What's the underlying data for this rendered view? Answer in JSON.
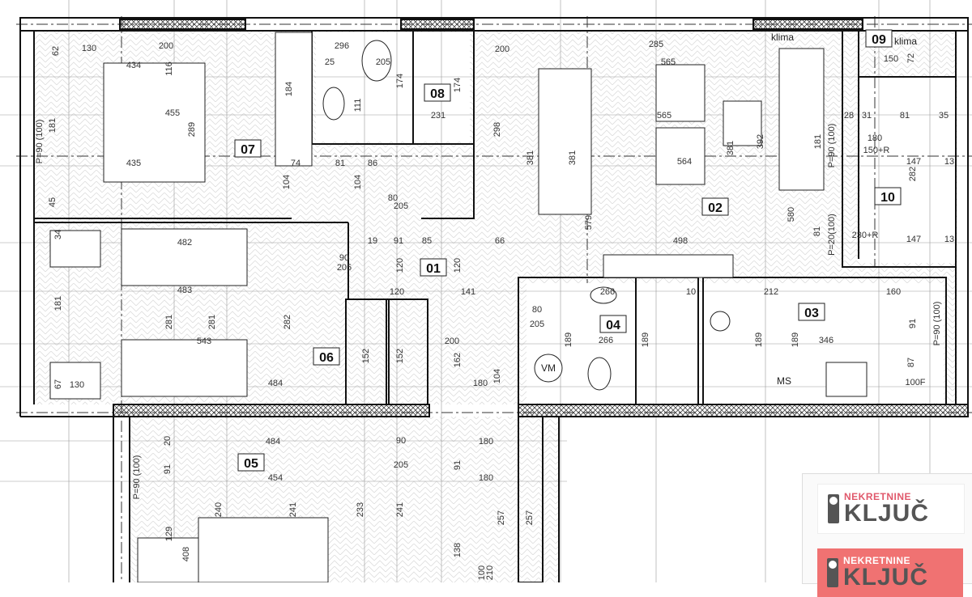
{
  "rooms": [
    "07",
    "08",
    "02",
    "09",
    "10",
    "01",
    "06",
    "04",
    "03",
    "05"
  ],
  "labels": {
    "klima_1": "klima",
    "klima_2": "klima",
    "washer": "VM",
    "dishwasher": "MS"
  },
  "window_labels": [
    "P=90 (100)",
    "P=90 (100)",
    "P=90 (100)",
    "P=20(100)",
    "P=90 (100)"
  ],
  "dimensions": [
    "130",
    "200",
    "434",
    "455",
    "289",
    "181",
    "435",
    "74",
    "81",
    "86",
    "104",
    "104",
    "45",
    "184",
    "62",
    "116",
    "296",
    "205",
    "174",
    "111",
    "231",
    "174",
    "25",
    "200",
    "285",
    "565",
    "565",
    "564",
    "381",
    "381",
    "381",
    "392",
    "181",
    "298",
    "579",
    "498",
    "580",
    "81",
    "150",
    "72",
    "31",
    "81",
    "35",
    "180",
    "150+R",
    "147",
    "13",
    "282",
    "147",
    "13",
    "230+R",
    "28",
    "19",
    "91",
    "85",
    "120",
    "120",
    "120",
    "141",
    "66",
    "200",
    "162",
    "180",
    "104",
    "482",
    "483",
    "281",
    "281",
    "282",
    "543",
    "484",
    "130",
    "181",
    "67",
    "34",
    "152",
    "152",
    "484",
    "454",
    "240",
    "241",
    "233",
    "241",
    "91",
    "20",
    "180",
    "180",
    "257",
    "257",
    "138",
    "408",
    "129",
    "91",
    "266",
    "266",
    "189",
    "189",
    "10",
    "212",
    "160",
    "346",
    "189",
    "189",
    "91",
    "87",
    "100F",
    "90",
    "205",
    "90",
    "205",
    "80",
    "205",
    "80",
    "205",
    "100",
    "210"
  ],
  "logo": {
    "brand": "NEKRETNINE",
    "name": "KLJUČ",
    "colors": {
      "pink": "#e0586b",
      "gray": "#555555",
      "red_bg": "#f07272"
    }
  }
}
